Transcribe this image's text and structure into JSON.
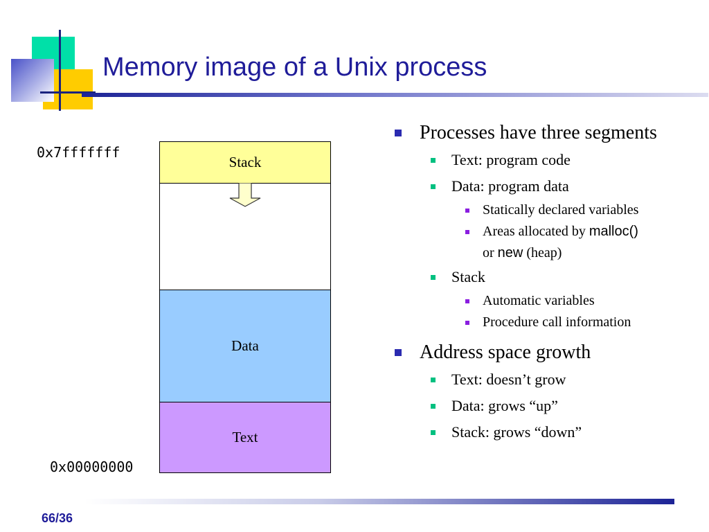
{
  "title": "Memory image of a Unix process",
  "diagram": {
    "address_top": "0x7fffffff",
    "address_bottom": "0x00000000",
    "segments": {
      "stack": "Stack",
      "data": "Data",
      "text": "Text"
    }
  },
  "bullets": {
    "b1": "Processes have three segments",
    "b1_text": "Text: program code",
    "b1_data": "Data: program data",
    "b1_data_static": "Statically declared variables",
    "b1_data_heap_prefix": "Areas allocated by ",
    "b1_data_heap_malloc": "malloc()",
    "b1_data_heap_or": "or ",
    "b1_data_heap_new": "new",
    "b1_data_heap_suffix": " (heap)",
    "b1_stack": "Stack",
    "b1_stack_auto": "Automatic variables",
    "b1_stack_proc": "Procedure call information",
    "b2": "Address space growth",
    "b2_text": "Text: doesn’t grow",
    "b2_data": "Data: grows “up”",
    "b2_stack": "Stack: grows “down”"
  },
  "footer": {
    "page_number": "66/36"
  },
  "colors": {
    "title": "#1f1c99",
    "stack": "#ffff99",
    "data": "#99ccff",
    "text": "#cc99ff"
  }
}
